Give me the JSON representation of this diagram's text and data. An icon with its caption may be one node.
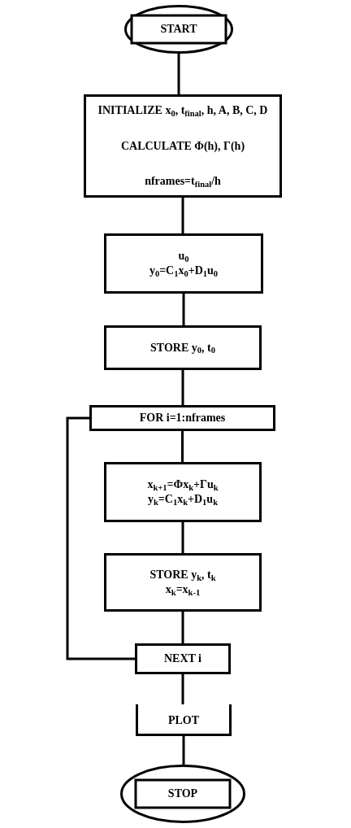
{
  "diagram": {
    "nodes": [
      {
        "text": [
          "START"
        ]
      },
      {
        "text": [
          "INITIALIZE x$_{0}$, t$_{final}$, h, A, B, C, D",
          "CALCULATE Φ(h), Γ(h)",
          "nframes=t$_{final}$/h"
        ]
      },
      {
        "text": [
          "u$_{0}$",
          "y$_{0}$=C$_{1}$x$_{0}$+D$_{1}$u$_{0}$"
        ]
      },
      {
        "text": [
          "STORE y$_{0}$, t$_{0}$"
        ]
      },
      {
        "text": [
          "FOR i=1:nframes"
        ]
      },
      {
        "text": [
          "x$_{k+1}$=Φx$_{k}$+Γu$_{k}$",
          "y$_{k}$=C$_{1}$x$_{k}$+D$_{1}$u$_{k}$"
        ]
      },
      {
        "text": [
          "STORE y$_{k}$, t$_{k}$",
          "x$_{k}$=x$_{k-1}$"
        ]
      },
      {
        "text": [
          "NEXT i"
        ]
      },
      {
        "text": [
          "PLOT"
        ]
      },
      {
        "text": [
          "STOP"
        ]
      }
    ],
    "edges": [
      {
        "from": 0,
        "to": 1,
        "arrow": "none"
      },
      {
        "from": 1,
        "to": 2,
        "arrow": "none"
      },
      {
        "from": 2,
        "to": 3,
        "arrow": "none"
      },
      {
        "from": 3,
        "to": 4,
        "arrow": "none"
      },
      {
        "from": 4,
        "to": 5,
        "arrow": "none"
      },
      {
        "from": 5,
        "to": 6,
        "arrow": "none"
      },
      {
        "from": 6,
        "to": 7,
        "arrow": "none"
      },
      {
        "from": 7,
        "to": 4,
        "arrow": "none"
      },
      {
        "from": 7,
        "to": 8,
        "arrow": "none"
      },
      {
        "from": 8,
        "to": 9,
        "arrow": "none"
      }
    ]
  }
}
